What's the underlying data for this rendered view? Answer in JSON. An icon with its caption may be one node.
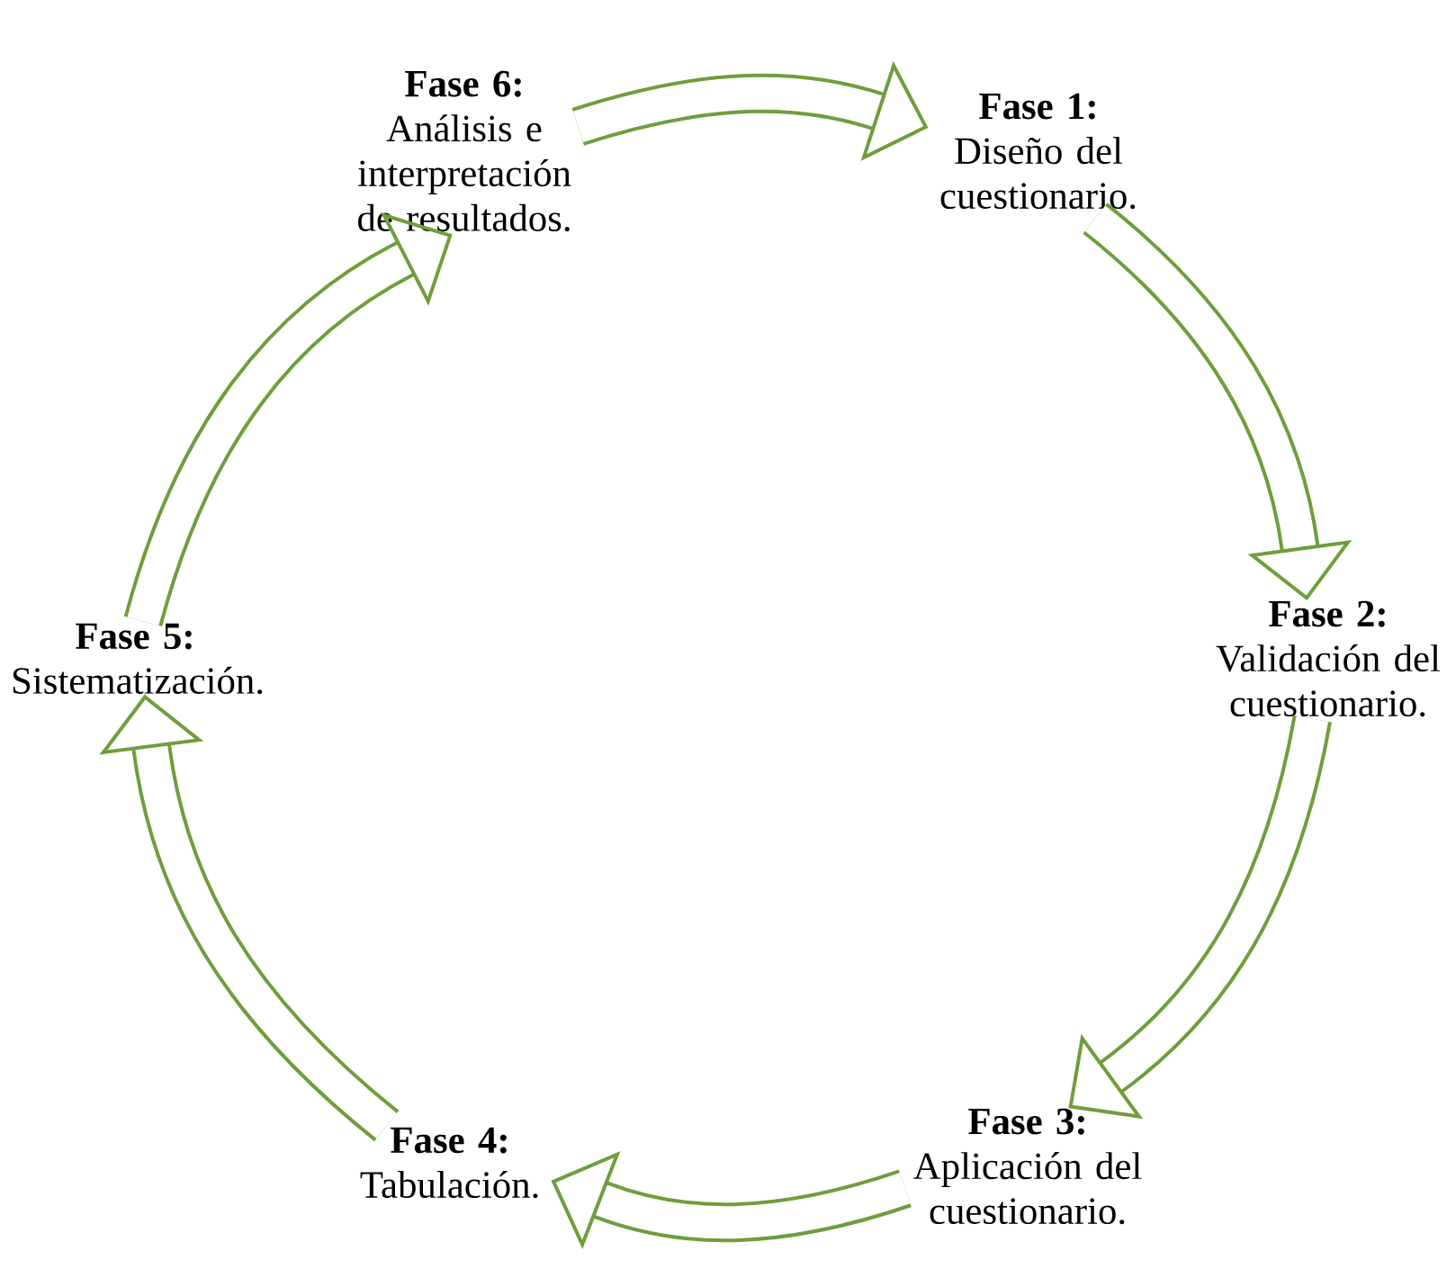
{
  "diagram": {
    "nodes": [
      {
        "text": [
          "Fase 1:",
          "Diseño del cuestionario."
        ]
      },
      {
        "text": [
          "Fase 2:",
          "Validación del cuestionario."
        ]
      },
      {
        "text": [
          "Fase 3:",
          "Aplicación del cuestionario."
        ]
      },
      {
        "text": [
          "Fase 4:",
          "Tabulación."
        ]
      },
      {
        "text": [
          "Fase 5:",
          "Sistematización."
        ]
      },
      {
        "text": [
          "Fase 6:",
          "Análisis e interpretación de resultados."
        ]
      }
    ],
    "edges": [
      {
        "from": 5,
        "to": 0,
        "arrow": "to"
      },
      {
        "from": 0,
        "to": 1,
        "arrow": "to"
      },
      {
        "from": 1,
        "to": 2,
        "arrow": "to"
      },
      {
        "from": 2,
        "to": 3,
        "arrow": "to"
      },
      {
        "from": 3,
        "to": 4,
        "arrow": "to"
      },
      {
        "from": 4,
        "to": 5,
        "arrow": "to"
      }
    ]
  }
}
